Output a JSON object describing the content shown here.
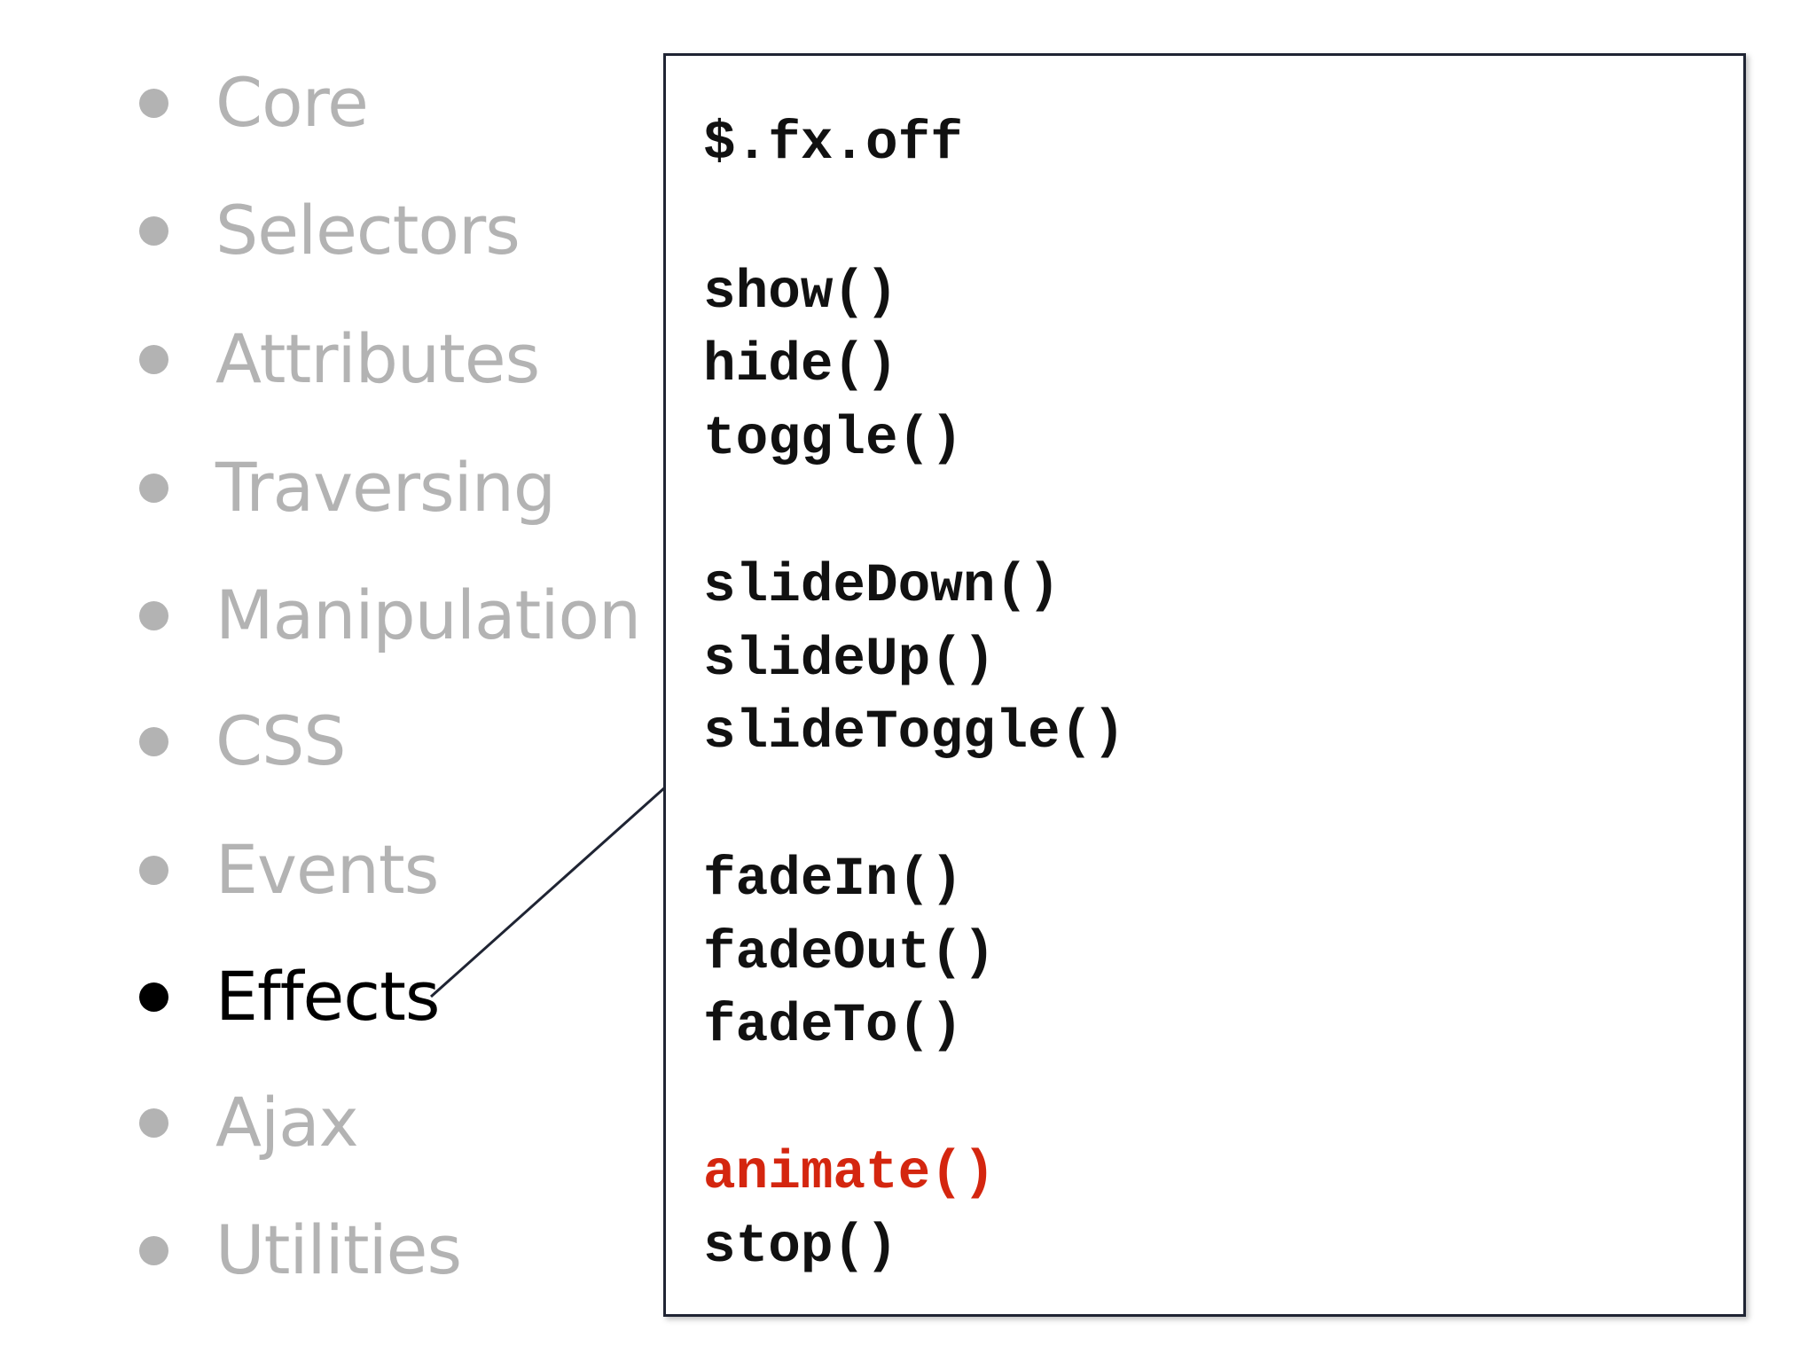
{
  "topics": [
    {
      "label": "Core",
      "active": false
    },
    {
      "label": "Selectors",
      "active": false
    },
    {
      "label": "Attributes",
      "active": false
    },
    {
      "label": "Traversing",
      "active": false
    },
    {
      "label": "Manipulation",
      "active": false
    },
    {
      "label": "CSS",
      "active": false
    },
    {
      "label": "Events",
      "active": false
    },
    {
      "label": "Effects",
      "active": true
    },
    {
      "label": "Ajax",
      "active": false
    },
    {
      "label": "Utilities",
      "active": false
    }
  ],
  "code": [
    {
      "text": "$.fx.off",
      "highlight": false
    },
    {
      "text": "show()",
      "highlight": false
    },
    {
      "text": "hide()",
      "highlight": false
    },
    {
      "text": "toggle()",
      "highlight": false
    },
    {
      "text": "slideDown()",
      "highlight": false
    },
    {
      "text": "slideUp()",
      "highlight": false
    },
    {
      "text": "slideToggle()",
      "highlight": false
    },
    {
      "text": "fadeIn()",
      "highlight": false
    },
    {
      "text": "fadeOut()",
      "highlight": false
    },
    {
      "text": "fadeTo()",
      "highlight": false
    },
    {
      "text": "animate()",
      "highlight": true
    },
    {
      "text": "stop()",
      "highlight": false
    }
  ],
  "colors": {
    "inactive_text": "#b3b3b3",
    "active_text": "#000000",
    "highlight_code": "#d4260f",
    "code_text": "#111111",
    "panel_border": "#1f2433"
  }
}
